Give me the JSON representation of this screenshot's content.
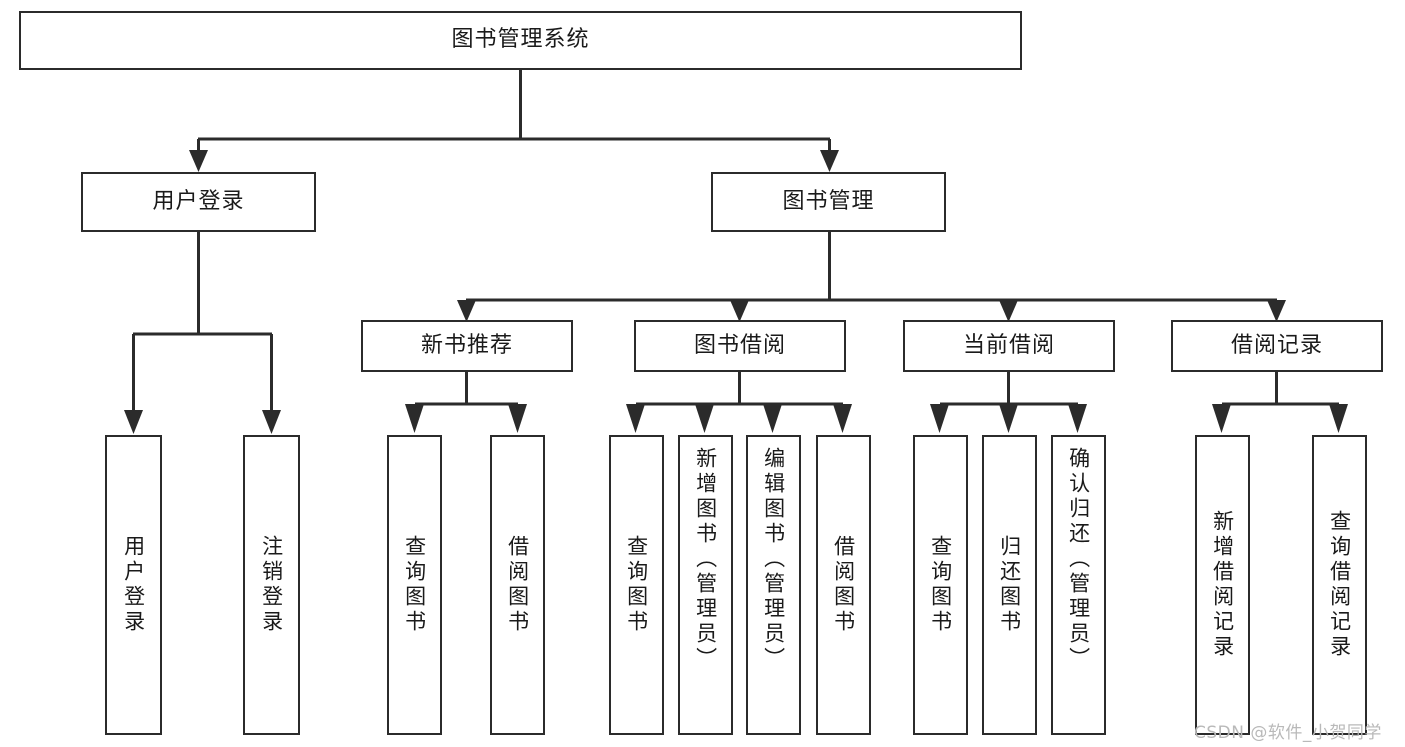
{
  "diagram": {
    "title": "图书管理系统",
    "type": "tree-hierarchy-chart",
    "root": {
      "label": "图书管理系统"
    },
    "level2": [
      {
        "id": "user-login",
        "label": "用户登录"
      },
      {
        "id": "book-management",
        "label": "图书管理"
      }
    ],
    "level3": [
      {
        "id": "new-book-recommend",
        "label": "新书推荐"
      },
      {
        "id": "book-borrow",
        "label": "图书借阅"
      },
      {
        "id": "current-borrow",
        "label": "当前借阅"
      },
      {
        "id": "borrow-record",
        "label": "借阅记录"
      }
    ],
    "leaves": {
      "user_login": [
        {
          "id": "leaf-user-login",
          "label": "用户登录"
        },
        {
          "id": "leaf-logout-login",
          "label": "注销登录"
        }
      ],
      "new_book_recommend": [
        {
          "id": "leaf-query-book-1",
          "label": "查询图书"
        },
        {
          "id": "leaf-borrow-book-1",
          "label": "借阅图书"
        }
      ],
      "book_borrow": [
        {
          "id": "leaf-query-book-2",
          "label": "查询图书"
        },
        {
          "id": "leaf-add-book",
          "label": "新增图书（管理员）"
        },
        {
          "id": "leaf-edit-book",
          "label": "编辑图书（管理员）"
        },
        {
          "id": "leaf-borrow-book-2",
          "label": "借阅图书"
        }
      ],
      "current_borrow": [
        {
          "id": "leaf-query-book-3",
          "label": "查询图书"
        },
        {
          "id": "leaf-return-book",
          "label": "归还图书"
        },
        {
          "id": "leaf-confirm-return",
          "label": "确认归还（管理员）"
        }
      ],
      "borrow_record": [
        {
          "id": "leaf-add-record",
          "label": "新增借阅记录"
        },
        {
          "id": "leaf-query-record",
          "label": "查询借阅记录"
        }
      ]
    }
  },
  "watermark": {
    "text": "CSDN @软件_小贺同学"
  },
  "colors": {
    "stroke": "#2b2b2b",
    "background": "#ffffff",
    "text": "#1a1a1a",
    "watermark": "#b9b9b9"
  }
}
